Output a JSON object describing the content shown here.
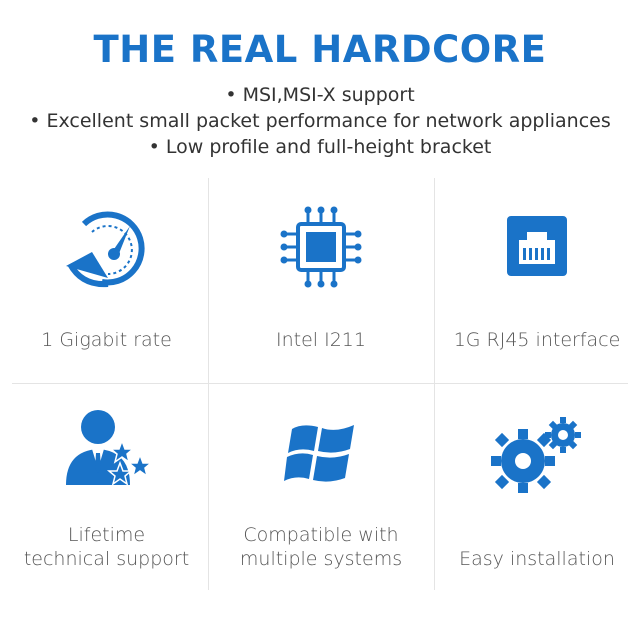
{
  "header": {
    "title": "THE REAL HARDCORE",
    "bullets": [
      "• MSI,MSI-X support",
      "• Excellent small packet performance for network appliances",
      "• Low profile and full-height bracket"
    ]
  },
  "features": [
    {
      "icon": "speedometer-icon",
      "label_line1": "1 Gigabit rate",
      "label_line2": ""
    },
    {
      "icon": "chip-icon",
      "label_line1": "Intel I211",
      "label_line2": ""
    },
    {
      "icon": "rj45-port-icon",
      "label_line1": "1G RJ45 interface",
      "label_line2": ""
    },
    {
      "icon": "support-person-icon",
      "label_line1": "Lifetime",
      "label_line2": "technical support"
    },
    {
      "icon": "windows-logo-icon",
      "label_line1": "Compatible with",
      "label_line2": "multiple systems"
    },
    {
      "icon": "gears-icon",
      "label_line1": "Easy installation",
      "label_line2": ""
    }
  ],
  "colors": {
    "accent": "#1a73c8",
    "text": "#555555",
    "divider": "#e4e4e4"
  }
}
